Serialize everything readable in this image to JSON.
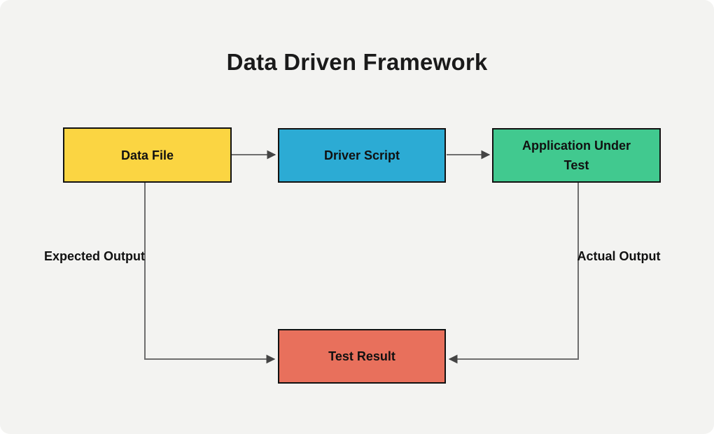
{
  "title": "Data Driven Framework",
  "nodes": {
    "data_file": {
      "label": "Data File",
      "fill": "#FBD542"
    },
    "driver_script": {
      "label": "Driver Script",
      "fill": "#2CABD4"
    },
    "application_under_test": {
      "label": "Application Under Test",
      "fill": "#41C98F"
    },
    "test_result": {
      "label": "Test Result",
      "fill": "#E8705C"
    }
  },
  "edge_labels": {
    "expected_output": "Expected Output",
    "actual_output": "Actual Output"
  },
  "edges": [
    {
      "from": "data_file",
      "to": "driver_script",
      "label": ""
    },
    {
      "from": "driver_script",
      "to": "application_under_test",
      "label": ""
    },
    {
      "from": "data_file",
      "to": "test_result",
      "label": "Expected Output"
    },
    {
      "from": "application_under_test",
      "to": "test_result",
      "label": "Actual Output"
    }
  ],
  "colors": {
    "background": "#F3F3F1",
    "connector": "#6E6E6E",
    "arrowhead": "#444444",
    "node_border": "#111111",
    "text": "#111111",
    "title_text": "#1a1a1a"
  }
}
